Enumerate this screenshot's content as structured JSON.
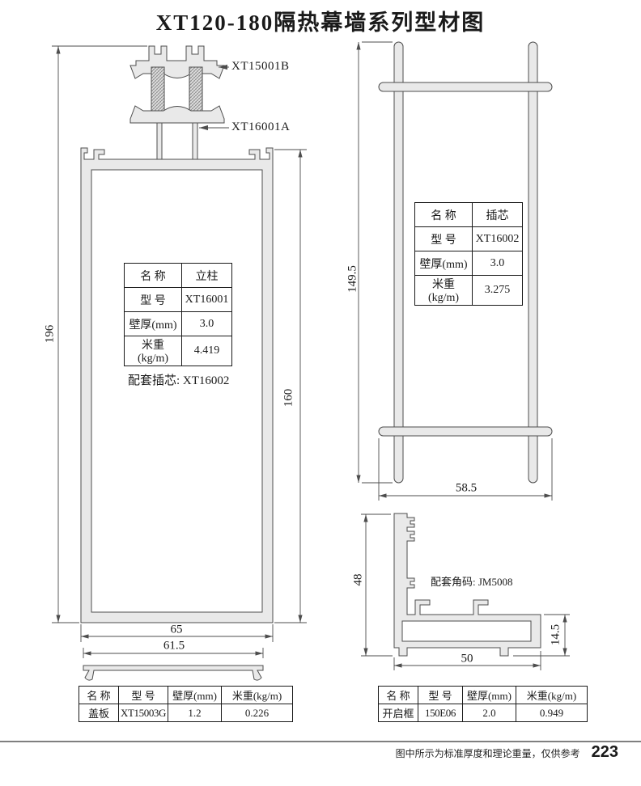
{
  "page": {
    "title": "XT120-180隔热幕墙系列型材图",
    "footer_note": "图中所示为标准厚度和理论重量，仅供参考",
    "page_number": "223"
  },
  "colors": {
    "profile_fill": "#e9e9e9",
    "line": "#4d4d4d",
    "cavity_fill": "#ffffff"
  },
  "mullion_drawing": {
    "callout_cap": "XT15001B",
    "callout_body": "XT16001A",
    "dim_total_height": "196",
    "dim_body_height": "160",
    "dim_width": "65",
    "note": "配套插芯: XT16002",
    "table": {
      "rows": [
        {
          "label": "名 称",
          "value": "立柱"
        },
        {
          "label": "型 号",
          "value": "XT16001"
        },
        {
          "label": "壁厚(mm)",
          "value": "3.0"
        },
        {
          "label": "米重(kg/m)",
          "value": "4.419"
        }
      ]
    }
  },
  "cover_plate_drawing": {
    "dim_width": "61.5"
  },
  "insert_drawing": {
    "dim_height": "149.5",
    "dim_width": "58.5",
    "table": {
      "rows": [
        {
          "label": "名 称",
          "value": "插芯"
        },
        {
          "label": "型 号",
          "value": "XT16002"
        },
        {
          "label": "壁厚(mm)",
          "value": "3.0"
        },
        {
          "label": "米重(kg/m)",
          "value": "3.275"
        }
      ]
    }
  },
  "corner_drawing": {
    "note": "配套角码: JM5008",
    "dim_height": "48",
    "dim_box_height": "14.5",
    "dim_width": "50"
  },
  "spec_tables": {
    "headers": [
      "名 称",
      "型 号",
      "壁厚(mm)",
      "米重(kg/m)"
    ],
    "cover_plate_row": [
      "盖板",
      "XT15003G",
      "1.2",
      "0.226"
    ],
    "opening_frame_row": [
      "开启框",
      "150E06",
      "2.0",
      "0.949"
    ]
  }
}
